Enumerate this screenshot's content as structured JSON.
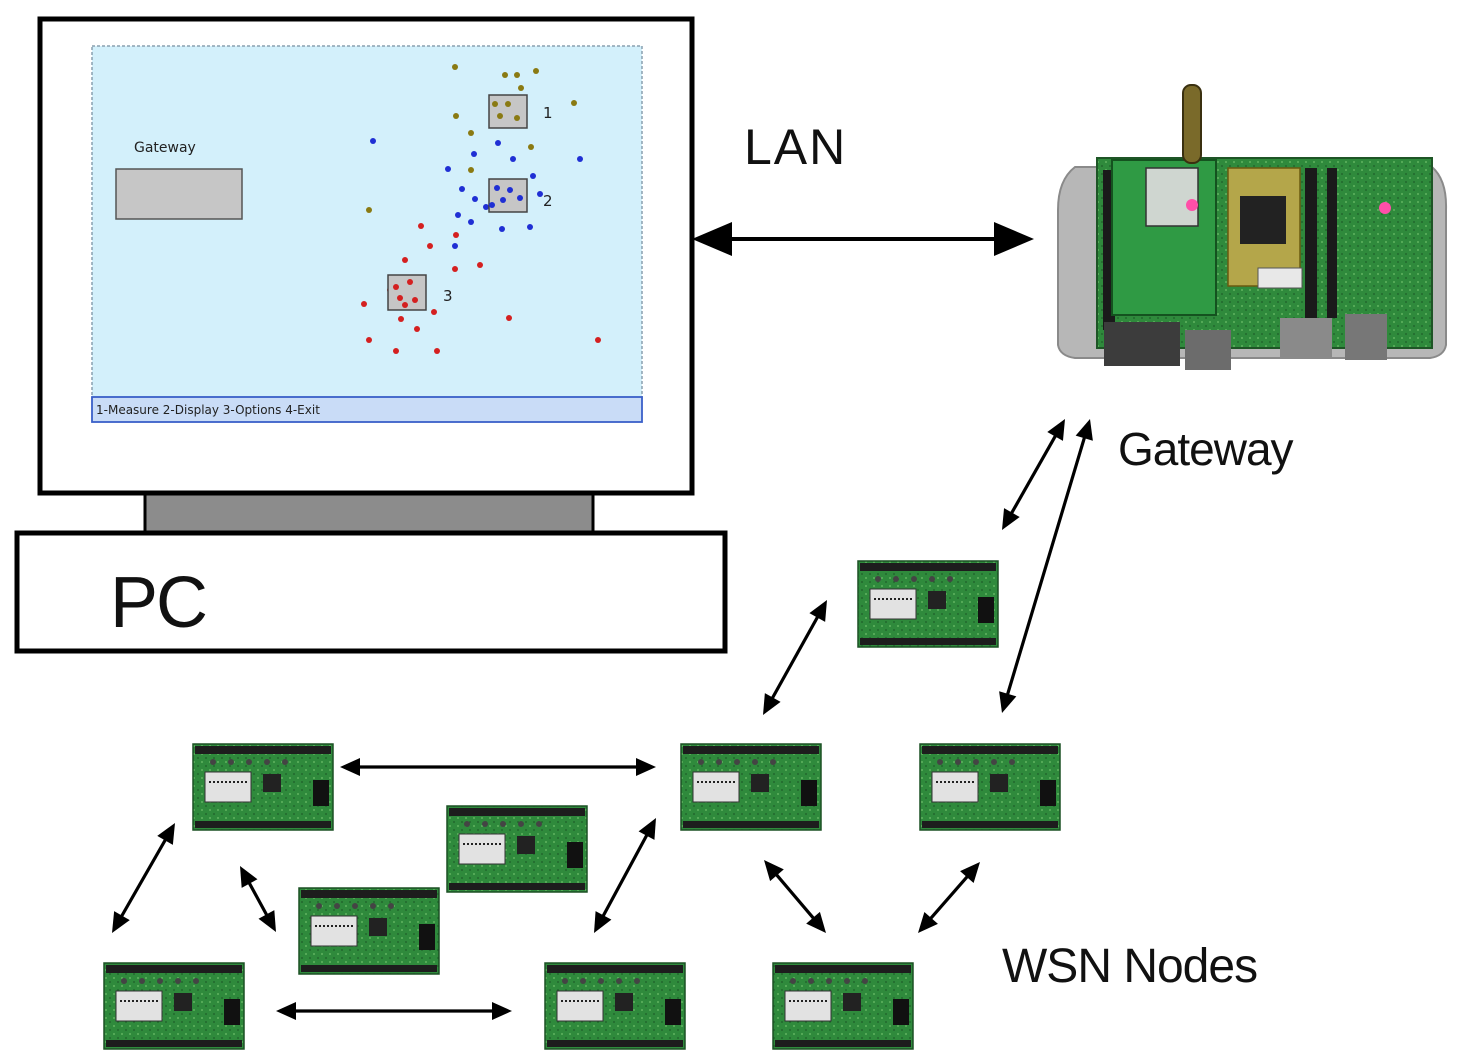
{
  "pc": {
    "label": "PC",
    "screen": {
      "gateway_box_label": "Gateway",
      "status_bar": "1-Measure 2-Display 3-Options 4-Exit",
      "clusters": [
        {
          "label": "1",
          "color": "#8a7a12"
        },
        {
          "label": "2",
          "color": "#1f2fd4"
        },
        {
          "label": "3",
          "color": "#d42020"
        }
      ]
    }
  },
  "link": {
    "label": "LAN"
  },
  "gateway": {
    "label": "Gateway"
  },
  "wsn": {
    "label": "WSN Nodes"
  },
  "colors": {
    "screen_bg": "#d3f0fb",
    "status_bar_bg": "#c9dcf7",
    "status_bar_border": "#3a5fc8",
    "pcb_green": "#2f8a3c",
    "arrow": "#000000"
  }
}
